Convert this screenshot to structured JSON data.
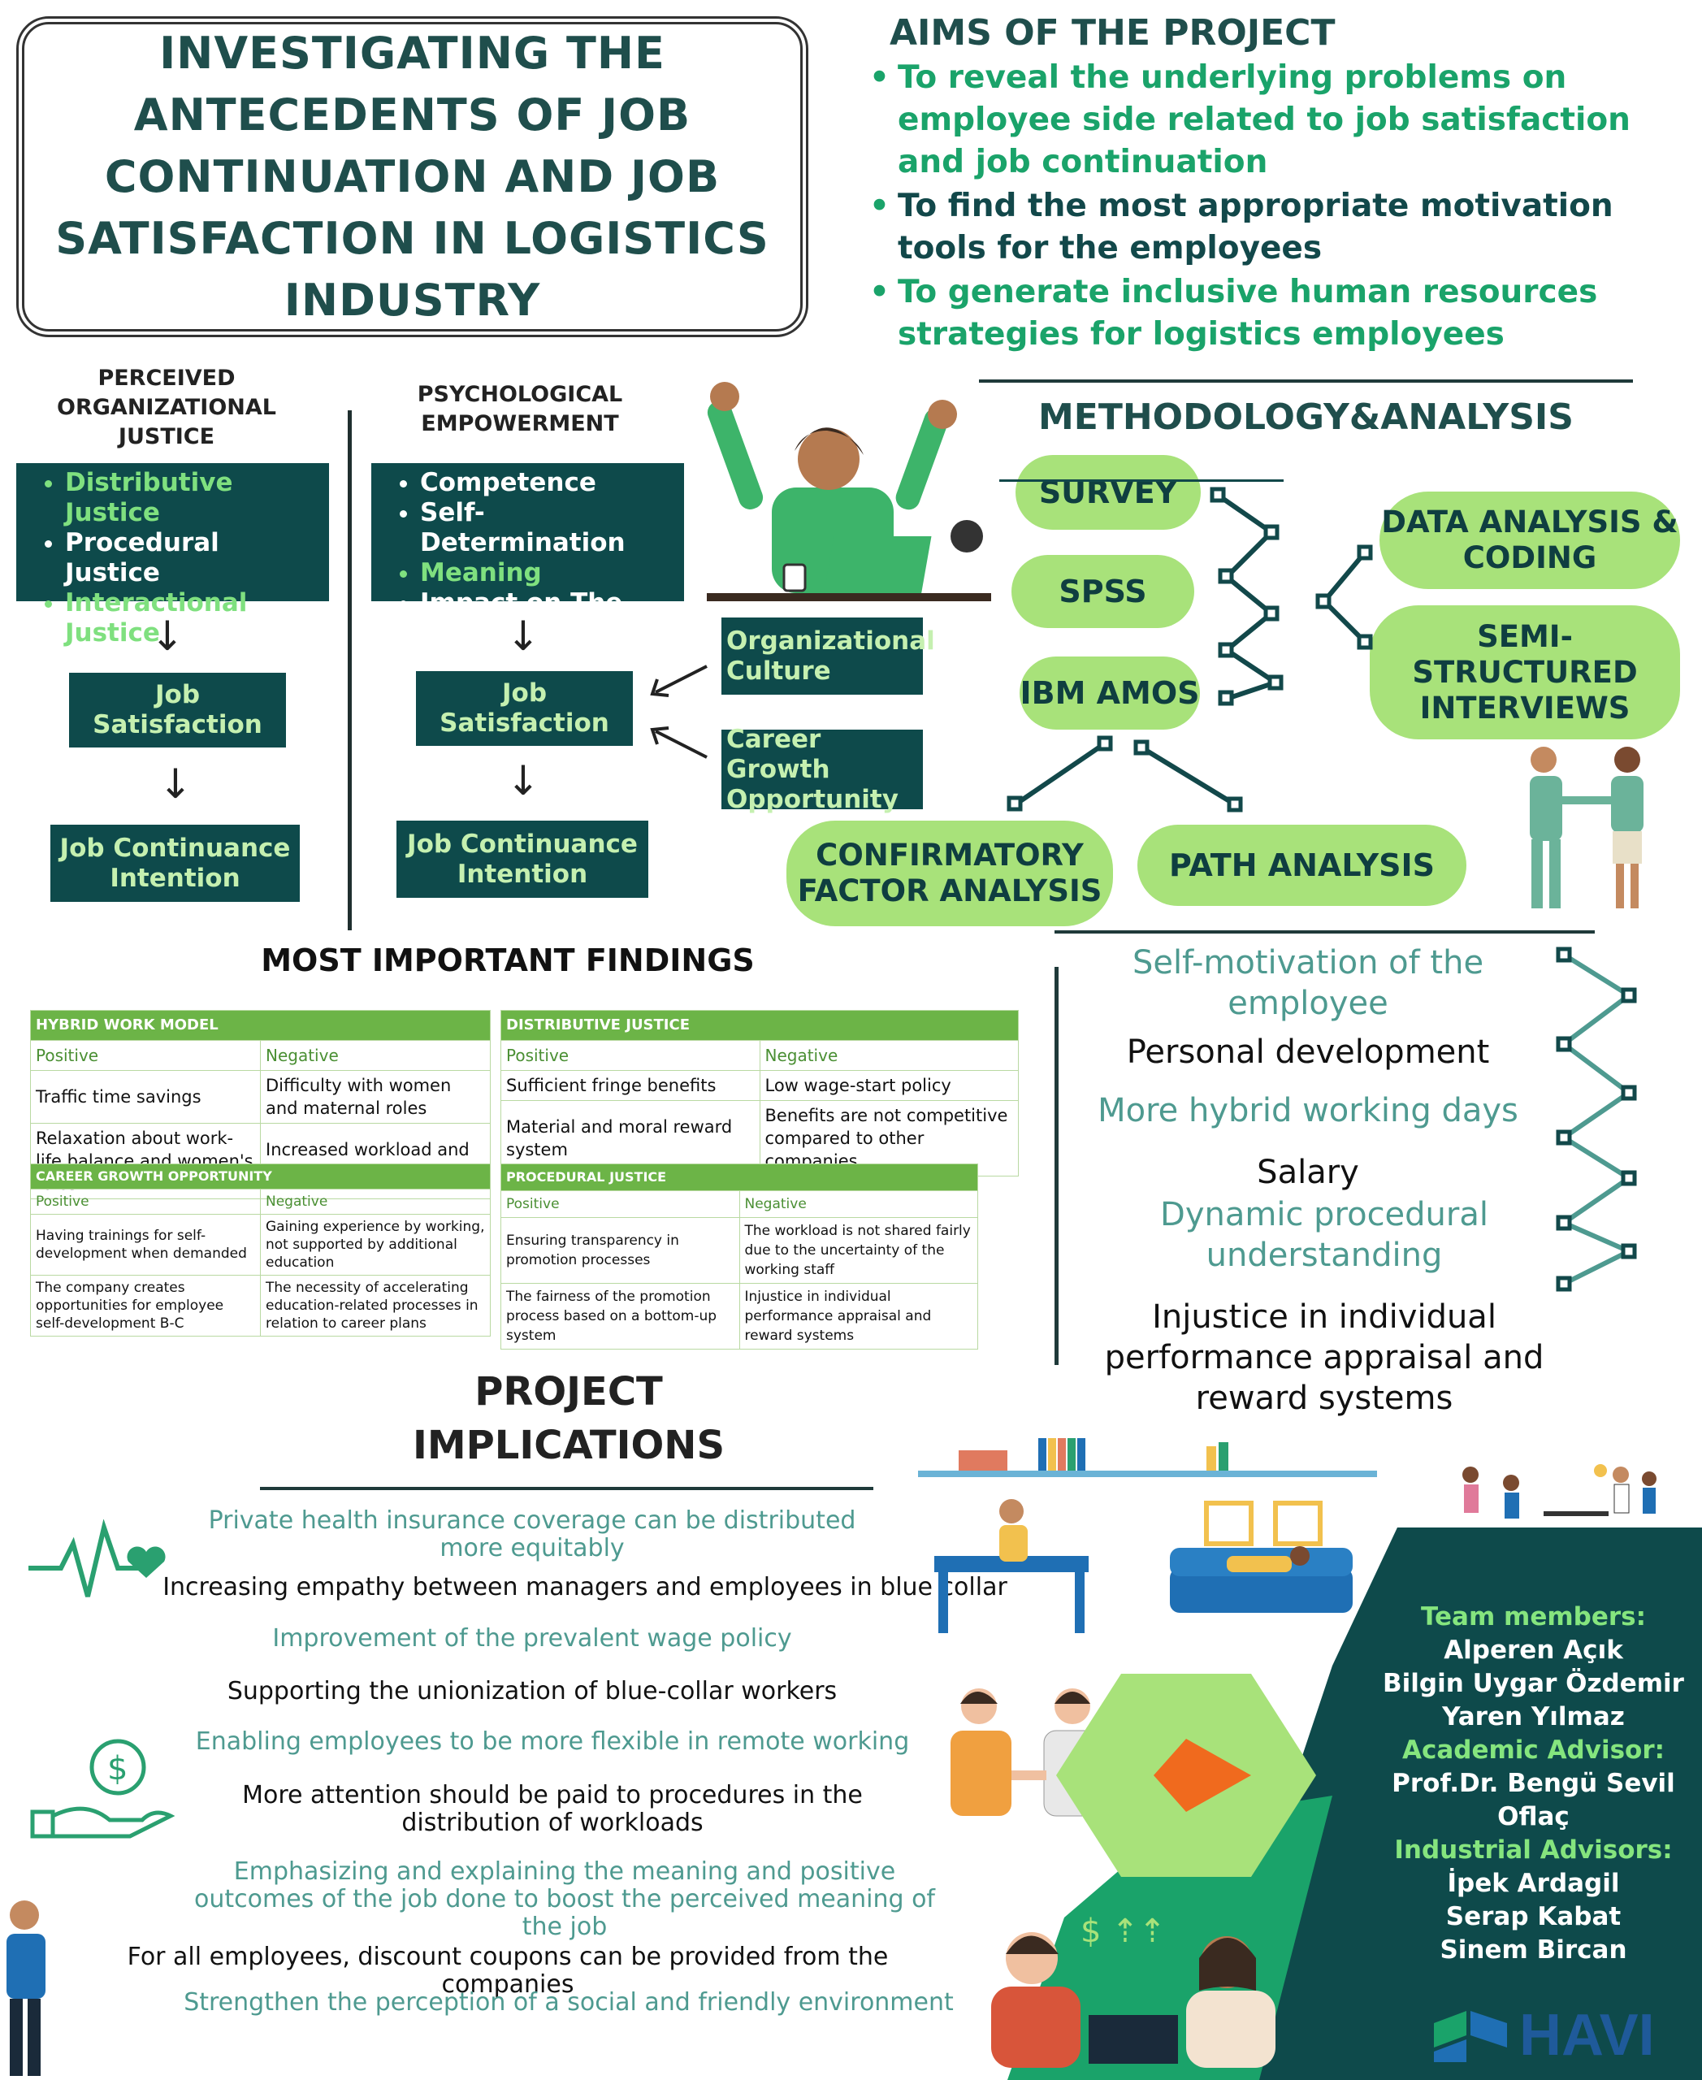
{
  "title": "INVESTIGATING THE ANTECEDENTS OF JOB CONTINUATION AND JOB SATISFACTION IN LOGISTICS INDUSTRY",
  "aims": {
    "heading": "AIMS OF THE PROJECT",
    "items": [
      "To reveal the underlying problems on employee side related to job satisfaction and job continuation",
      "To find the most appropriate motivation tools for the employees",
      "To generate inclusive human resources strategies for logistics employees"
    ]
  },
  "model1": {
    "heading": "PERCEIVED ORGANIZATIONAL JUSTICE",
    "items": [
      "Distributive Justice",
      "Procedural Justice",
      "Interactional Justice"
    ],
    "satisfaction": "Job Satisfaction",
    "continuance": "Job Continuance Intention"
  },
  "model2": {
    "heading": "PSYCHOLOGICAL EMPOWERMENT",
    "items": [
      "Competence",
      "Self-Determination",
      "Meaning",
      "Impact on The Job"
    ],
    "satisfaction": "Job Satisfaction",
    "continuance": "Job Continuance Intention",
    "culture": "Organizational Culture",
    "career": "Career Growth Opportunity"
  },
  "methodology": {
    "heading": "METHODOLOGY&ANALYSIS",
    "survey": "SURVEY",
    "spss": "SPSS",
    "amos": "IBM AMOS",
    "data_analysis": "DATA ANALYSIS & CODING",
    "interviews": "SEMI-STRUCTURED INTERVIEWS",
    "cfa": "CONFIRMATORY FACTOR ANALYSIS",
    "path": "PATH ANALYSIS"
  },
  "findings": {
    "heading": "MOST IMPORTANT FINDINGS",
    "positive_label": "Positive",
    "negative_label": "Negative",
    "hybrid": {
      "title": "HYBRID WORK MODEL",
      "rows": [
        [
          "Traffic time savings",
          "Difficulty with women and maternal roles"
        ],
        [
          "Relaxation about work-life balance and women's roles",
          "Increased workload and working hours"
        ]
      ]
    },
    "distributive": {
      "title": "DISTRIBUTIVE JUSTICE",
      "rows": [
        [
          "Sufficient fringe benefits",
          "Low wage-start policy"
        ],
        [
          "Material and moral reward system",
          "Benefits are not competitive compared to other companies"
        ]
      ]
    },
    "career": {
      "title": "CAREER GROWTH OPPORTUNITY",
      "rows": [
        [
          "Having trainings for self-development when demanded",
          "Gaining experience by working, not supported by additional education"
        ],
        [
          "The company creates opportunities for employee self-development B-C",
          "The necessity of accelerating education-related processes in relation to career plans"
        ]
      ]
    },
    "procedural": {
      "title": "PROCEDURAL JUSTICE",
      "rows": [
        [
          "Ensuring transparency in promotion processes",
          "The workload is not shared fairly due to the uncertainty of the working staff"
        ],
        [
          "The fairness of the promotion process based on a bottom-up system",
          "Injustice in individual performance appraisal and reward systems"
        ]
      ]
    },
    "highlights": [
      "Self-motivation of the employee",
      "Personal development",
      "More hybrid working days",
      "Salary",
      "Dynamic procedural understanding",
      "Injustice in individual performance appraisal and reward systems"
    ]
  },
  "implications": {
    "heading_line1": "PROJECT",
    "heading_line2": "IMPLICATIONS",
    "items": [
      "Private health insurance coverage can be distributed more equitably",
      "Increasing empathy between managers and employees in blue collar",
      "Improvement of the prevalent wage policy",
      "Supporting the unionization of blue-collar workers",
      "Enabling employees to be more flexible in remote working",
      "More attention should be paid to procedures in the distribution of workloads",
      "Emphasizing and explaining the meaning and positive outcomes of the job done to boost the perceived meaning of the job",
      "For all employees, discount coupons can be provided from the companies",
      "Strengthen the perception of a social and friendly environment"
    ]
  },
  "team": {
    "members_label": "Team members:",
    "members": [
      "Alperen Açık",
      "Bilgin Uygar Özdemir",
      "Yaren Yılmaz"
    ],
    "academic_label": "Academic Advisor:",
    "academic": "Prof.Dr. Bengü Sevil Oflaç",
    "industrial_label": "Industrial Advisors:",
    "industrial": [
      "İpek Ardagil",
      "Serap Kabat",
      "Sinem Bircan"
    ]
  },
  "brand": "HAVI",
  "icons": [
    "heartbeat-icon",
    "money-hand-icon",
    "havi-logo",
    "university-logo"
  ],
  "colors": {
    "dark": "#0e4a4b",
    "accent": "#1aa36a",
    "pill": "#a8e27a",
    "teal": "#4e9a90"
  }
}
